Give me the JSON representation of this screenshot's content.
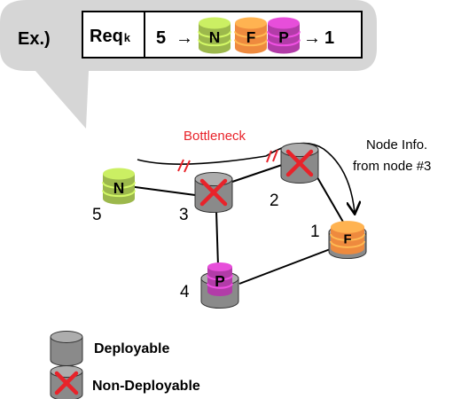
{
  "example": {
    "label": "Ex.)",
    "request_label": "Req",
    "request_subscript": "k",
    "source": "5",
    "arrow": "→",
    "vnfs": [
      {
        "name": "N",
        "color": "#9cb84c"
      },
      {
        "name": "F",
        "color": "#ee8a3e"
      },
      {
        "name": "P",
        "color": "#b23ca8"
      }
    ],
    "destination": "1"
  },
  "annotations": {
    "bottleneck": "Bottleneck",
    "node_info_line1": "Node Info.",
    "node_info_line2": "from node #3"
  },
  "nodes": [
    {
      "id": "5",
      "vnf": "N",
      "deployable": true
    },
    {
      "id": "3",
      "vnf": "",
      "deployable": false
    },
    {
      "id": "2",
      "vnf": "",
      "deployable": false
    },
    {
      "id": "1",
      "vnf": "F",
      "deployable": true
    },
    {
      "id": "4",
      "vnf": "P",
      "deployable": true
    }
  ],
  "legend": {
    "deployable": "Deployable",
    "non_deployable": "Non-Deployable"
  },
  "colors": {
    "bubble": "#d6d6d6",
    "node_gray": "#8a8a8a",
    "cross": "#e8232a",
    "bottleneck_text": "#e8232a"
  }
}
